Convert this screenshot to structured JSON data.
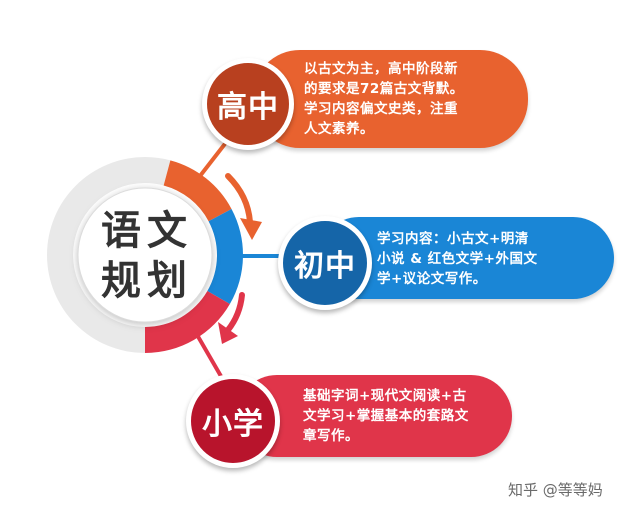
{
  "colors": {
    "high": "#e8622f",
    "mid": "#1a86d6",
    "low": "#e0354a",
    "highBadge": "#b8401f",
    "midBadge": "#1565a8",
    "lowBadge": "#b8142c",
    "ring": "#e9e9e9",
    "center": "#ffffff"
  },
  "center": {
    "line1": "语文",
    "line2": "规划"
  },
  "levels": {
    "high": {
      "badge": "高中",
      "text": "以古文为主，高中阶段新\n的要求是72篇古文背默。\n学习内容偏文史类，注重\n人文素养。"
    },
    "mid": {
      "badge": "初中",
      "text": "学习内容：小古文+明清\n小说 & 红色文学+外国文\n学+议论文写作。"
    },
    "low": {
      "badge": "小学",
      "text": "基础字词+现代文阅读+古\n文学习+掌握基本的套路文\n章写作。"
    }
  },
  "watermark": "知乎 @等等妈"
}
